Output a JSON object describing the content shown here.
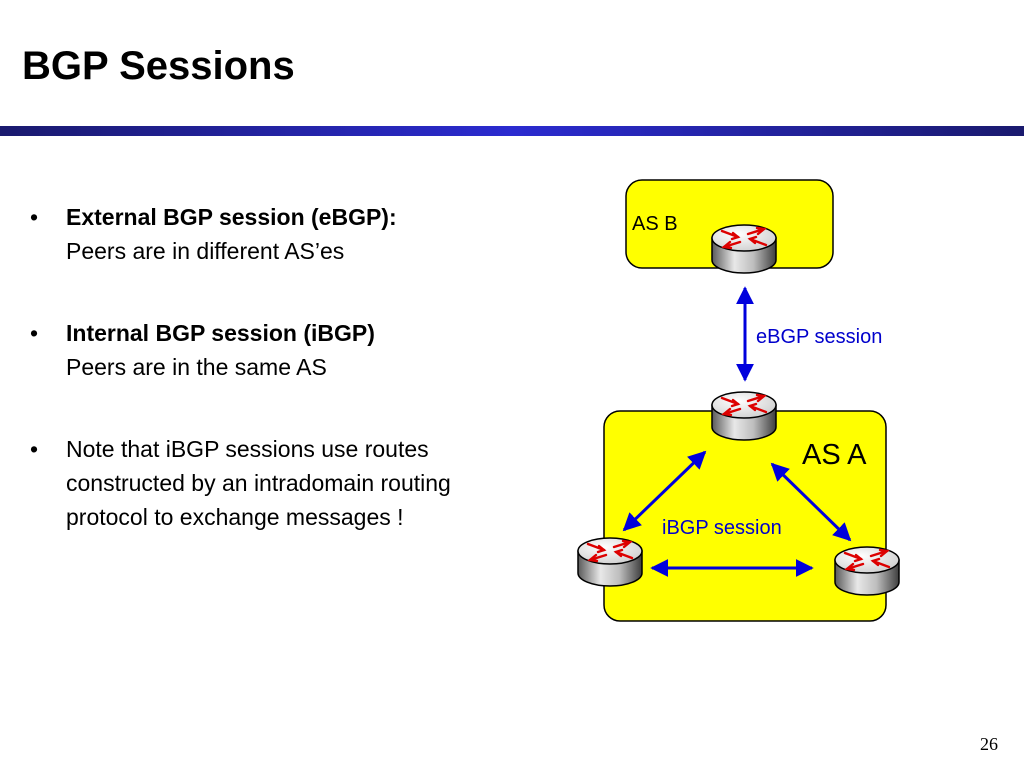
{
  "slide": {
    "title": "BGP Sessions",
    "page_number": "26"
  },
  "bullets": [
    {
      "heading": "External BGP session (eBGP):",
      "text": "Peers are in different AS’es"
    },
    {
      "heading": "Internal BGP session (iBGP)",
      "text": "Peers are in the same AS"
    },
    {
      "heading": "",
      "text": "Note that iBGP sessions use routes constructed by an intradomain routing protocol to exchange messages !"
    }
  ],
  "diagram": {
    "as_b_label": "AS B",
    "as_a_label": "AS A",
    "ebgp_label": "eBGP session",
    "ibgp_label": "iBGP session",
    "colors": {
      "as_fill": "#ffff00",
      "arrow": "#0000dd",
      "session_text": "#0000cc",
      "router_arrow": "#dd0000"
    }
  }
}
